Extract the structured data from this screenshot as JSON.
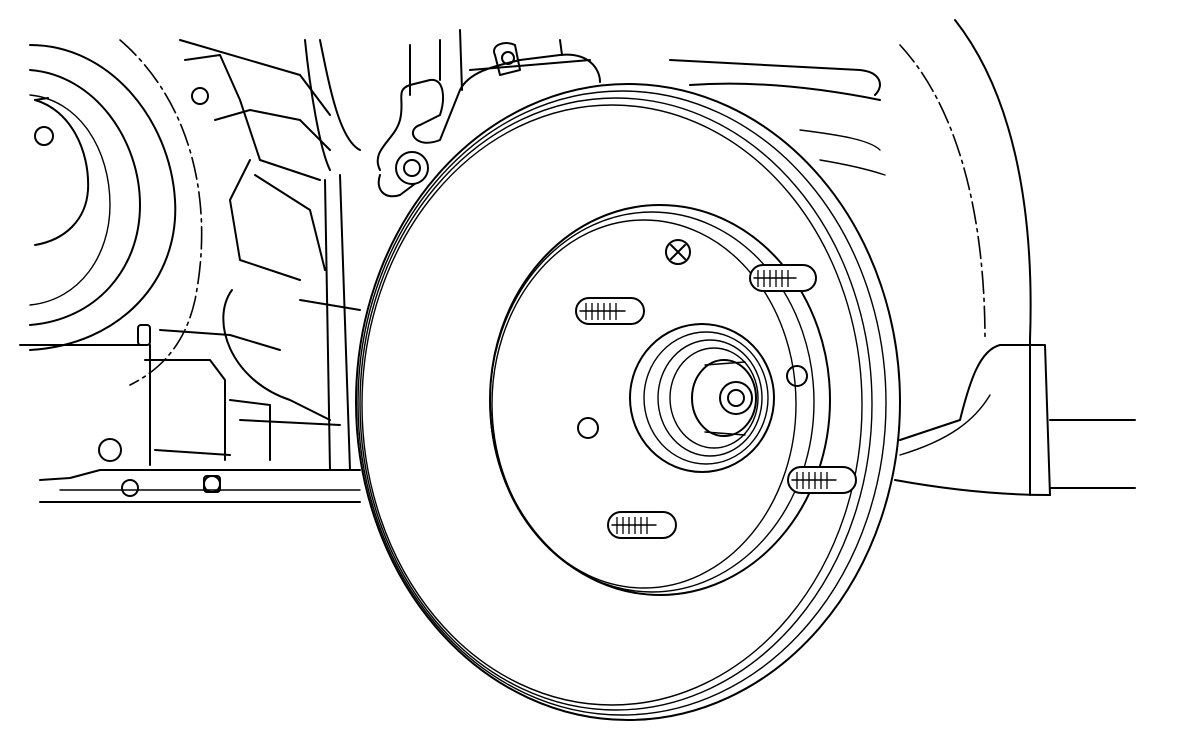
{
  "diagram": {
    "subject": "brake-disc-rotor-on-hub",
    "view": "line-art",
    "stroke_color": "#000000",
    "background_color": "#ffffff",
    "hub_bolts": 5,
    "through_holes": 4
  }
}
